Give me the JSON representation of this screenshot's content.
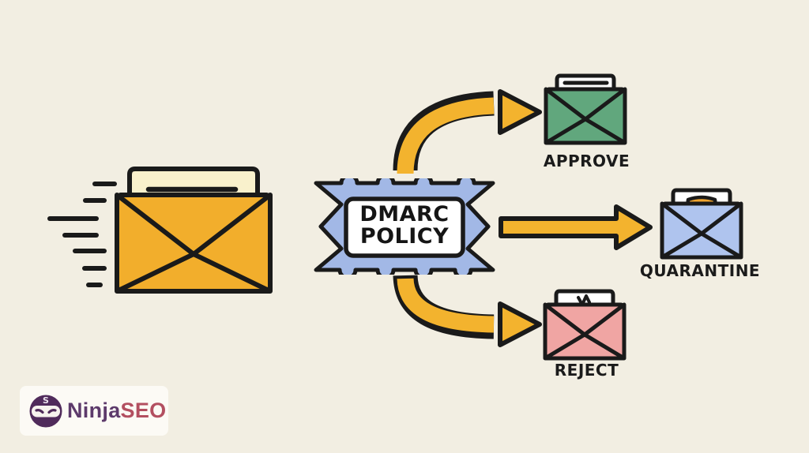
{
  "background_color": "#F2EEE2",
  "outline_color": "#1A1A1A",
  "source_email": {
    "icon": "speeding-envelope-icon",
    "envelope_color": "#F2AE2C",
    "paper_color": "#F9F1CC"
  },
  "stamp": {
    "line1": "DMARC",
    "line2": "POLICY",
    "fill_color": "#A2B8E6",
    "box_color": "#FFFFFF"
  },
  "arrows": {
    "fill_color": "#F3B32E",
    "outline_color": "#1A1A1A",
    "targets": [
      "approve",
      "quarantine",
      "reject"
    ]
  },
  "outcomes": [
    {
      "label": "APPROVE",
      "envelope_color": "#61A77D",
      "icon": "document-lines-icon"
    },
    {
      "label": "QUARANTINE",
      "envelope_color": "#AFC4EE",
      "icon": "shield-check-icon",
      "shield_color": "#F1A52F"
    },
    {
      "label": "REJECT",
      "envelope_color": "#F0A5A3",
      "icon": "trash-icon",
      "trash_color": "#F4B52F"
    }
  ],
  "logo": {
    "brand_part1": "Ninja",
    "brand_part2": "SEO",
    "icon_letter": "S",
    "part1_color": "#5D3A6B",
    "part2_color": "#B34F60",
    "icon_color": "#502B5B"
  }
}
